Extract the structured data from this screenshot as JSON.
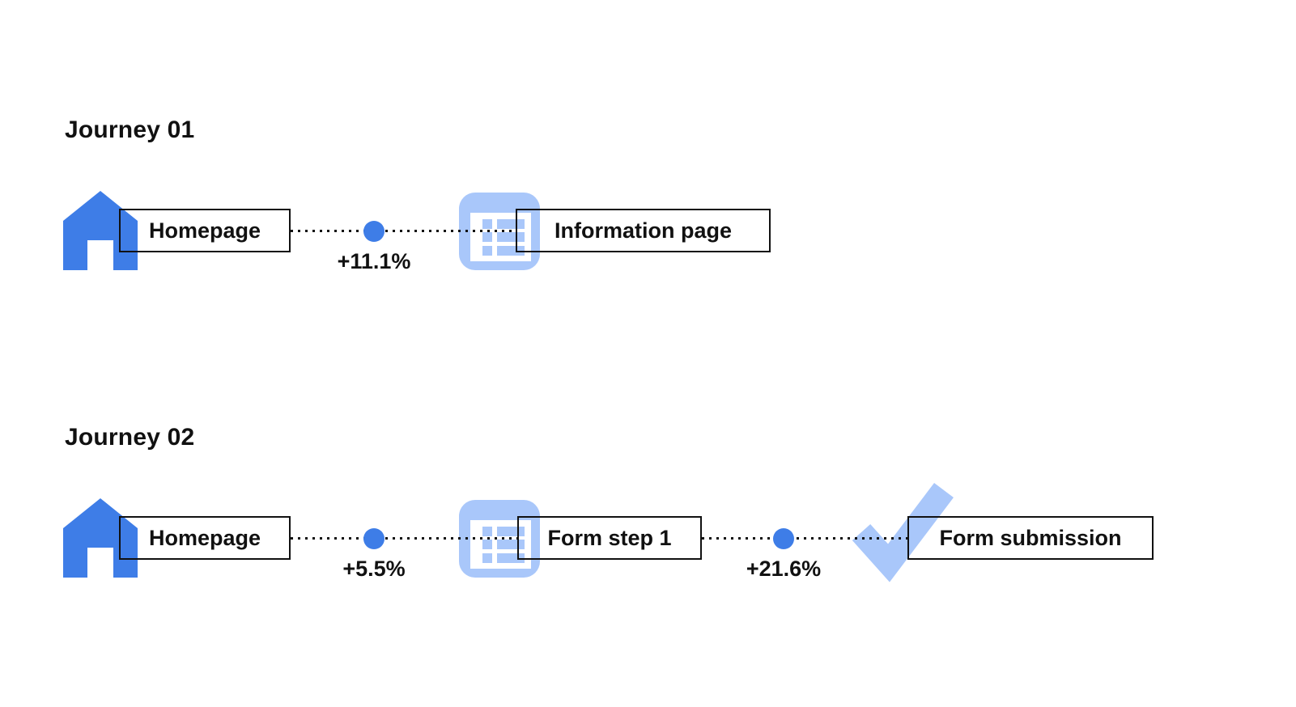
{
  "colors": {
    "blue": "#3E7DE7",
    "light_blue": "#A9C7FA",
    "text": "#111111",
    "border": "#111111",
    "background": "#ffffff"
  },
  "journeys": [
    {
      "title": "Journey 01",
      "steps": [
        {
          "icon": "home-icon",
          "label": "Homepage"
        },
        {
          "icon": "form-page-icon",
          "label": "Information page"
        }
      ],
      "transitions": [
        {
          "value": "+11.1%"
        }
      ]
    },
    {
      "title": "Journey 02",
      "steps": [
        {
          "icon": "home-icon",
          "label": "Homepage"
        },
        {
          "icon": "form-page-icon",
          "label": "Form step 1"
        },
        {
          "icon": "check-icon",
          "label": "Form submission"
        }
      ],
      "transitions": [
        {
          "value": "+5.5%"
        },
        {
          "value": "+21.6%"
        }
      ]
    }
  ]
}
